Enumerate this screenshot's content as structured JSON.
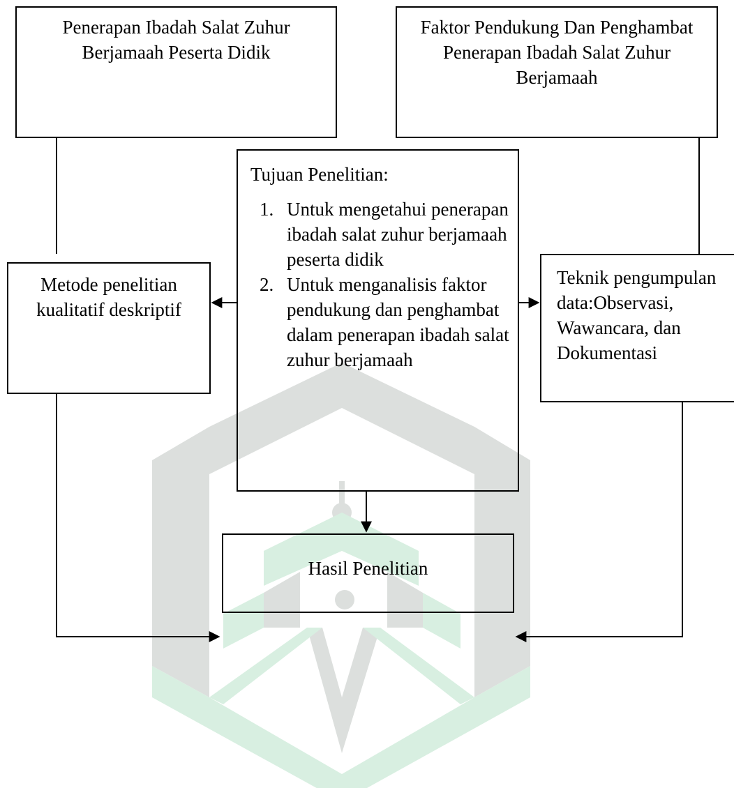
{
  "diagram": {
    "box_penerapan": "Penerapan Ibadah Salat Zuhur Berjamaah Peserta Didik",
    "box_faktor": "Faktor Pendukung Dan Penghambat Penerapan Ibadah Salat Zuhur Berjamaah",
    "box_tujuan": {
      "heading": "Tujuan Penelitian:",
      "items": [
        "Untuk mengetahui penerapan ibadah salat zuhur berjamaah peserta didik",
        "Untuk menganalisis faktor pendukung dan penghambat dalam penerapan ibadah salat zuhur berjamaah"
      ]
    },
    "box_metode": "Metode penelitian kualitatif deskriptif",
    "box_teknik": "Teknik pengumpulan data:Observasi, Wawancara, dan Dokumentasi",
    "box_hasil": "Hasil Penelitian"
  },
  "watermark": {
    "color_dark": "#dcdfdd",
    "color_green": "#d8efe1"
  }
}
